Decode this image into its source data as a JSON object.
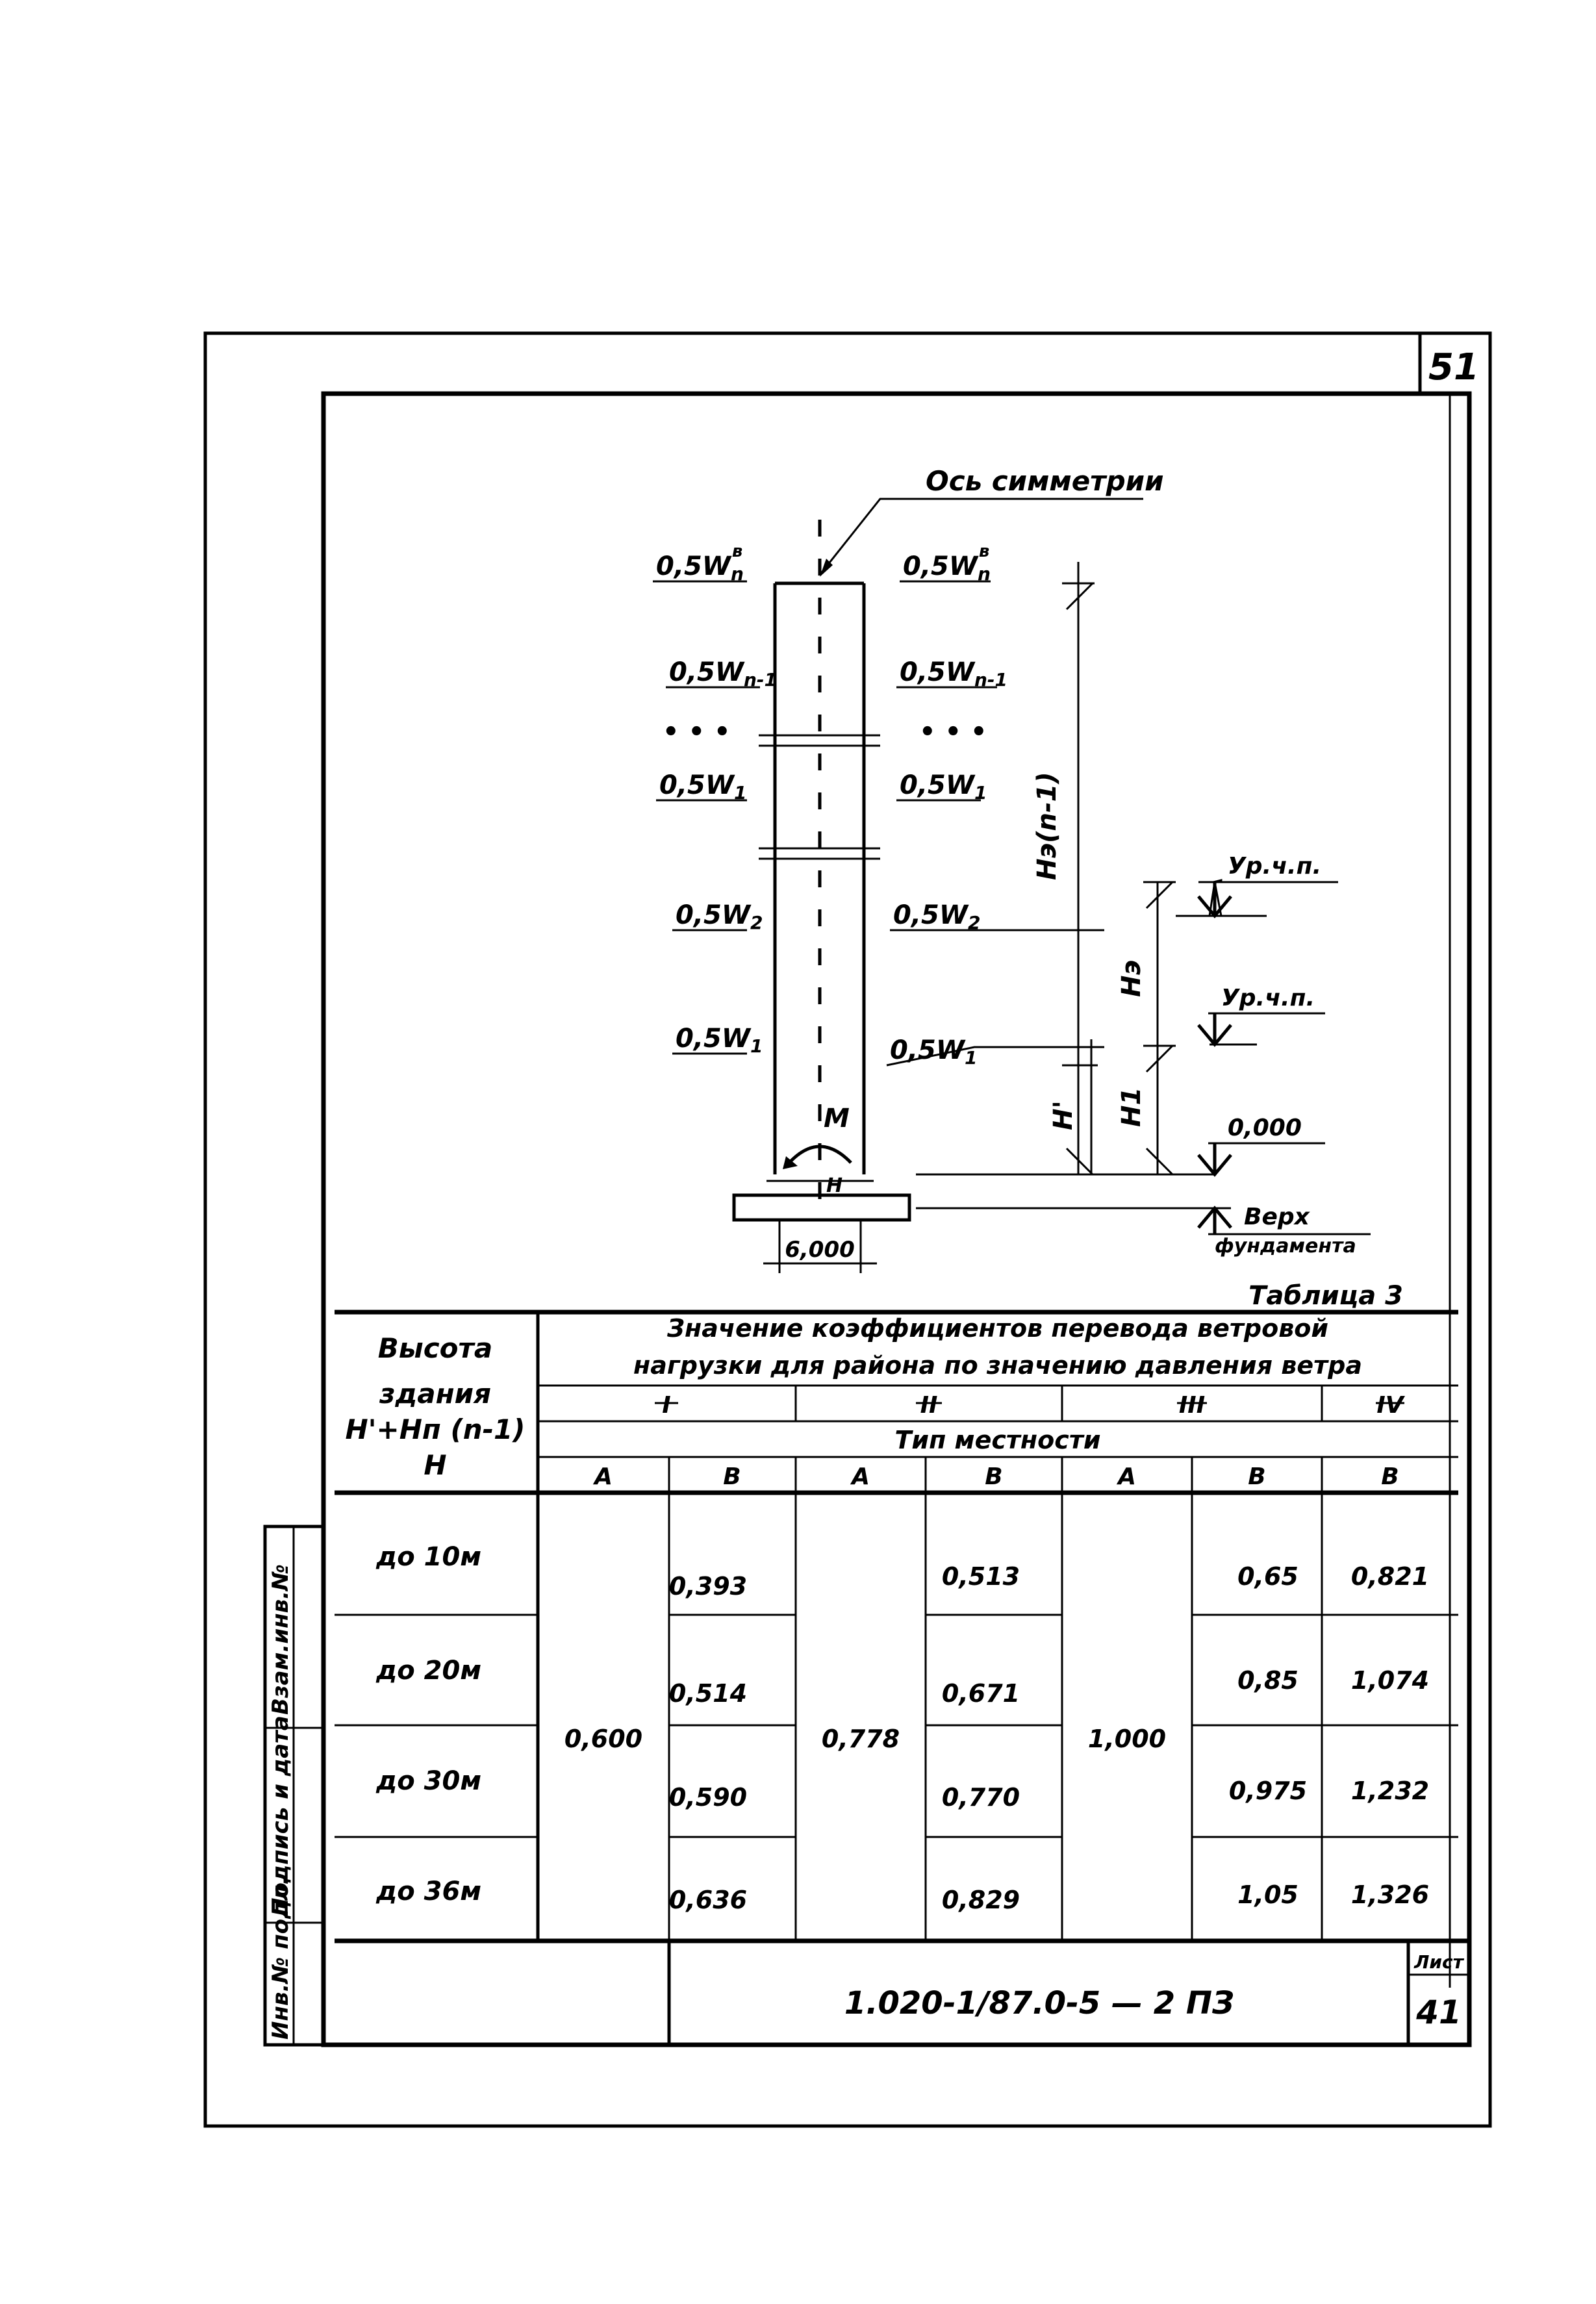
{
  "page_number": "51",
  "drawing": {
    "axis_label": "Ось симметрии",
    "left_loads": [
      "0,5W",
      "0,5W",
      "0,5W",
      "0,5W",
      "0,5W"
    ],
    "left_subs": [
      "n",
      "n-1",
      "1",
      "2",
      "1"
    ],
    "top_load_superscript": "в",
    "ellipsis": "• • •",
    "right_loads": [
      "0,5W",
      "0,5W",
      "0,5W",
      "0,5W",
      "0,5W"
    ],
    "right_subs": [
      "n",
      "n-1",
      "1",
      "2",
      "1"
    ],
    "dim_total": "Hэ(n-1)",
    "dim_floor": "Hэ",
    "dim_first": "H1",
    "dim_prime": "H'",
    "level_1": "Ур.ч.п.",
    "level_2": "Ур.ч.п.",
    "level_zero": "0,000",
    "foundation_top": "Верх",
    "foundation_top_2": "фундамента",
    "moment_label": "М",
    "base_dim": "6,000",
    "base_mark": "Н"
  },
  "table": {
    "caption": "Таблица 3",
    "row_header": [
      "Высота",
      "здания",
      "H'+Hп (n-1)",
      "Н"
    ],
    "group_title_line1": "Значение коэффициентов перевода ветровой",
    "group_title_line2": "нагрузки для района по значению давления ветра",
    "regions": [
      "I",
      "II",
      "III",
      "IV"
    ],
    "terrain_label": "Тип местности",
    "subcols": [
      "А",
      "В",
      "А",
      "В",
      "А",
      "В",
      "В"
    ],
    "rows": [
      {
        "height": "до 10м",
        "v": [
          "0,393",
          "0,513",
          "0,65",
          "0,821"
        ]
      },
      {
        "height": "до 20м",
        "v": [
          "0,514",
          "0,671",
          "0,85",
          "1,074"
        ]
      },
      {
        "height": "до 30м",
        "v": [
          "0,590",
          "0,770",
          "0,975",
          "1,232"
        ]
      },
      {
        "height": "до 36м",
        "v": [
          "0,636",
          "0,829",
          "1,05",
          "1,326"
        ]
      }
    ],
    "merged": [
      "0,600",
      "0,778",
      "1,000"
    ]
  },
  "side_stamp": [
    "Инв.№ подл.",
    "Подпись и дата",
    "Взам.инв.№"
  ],
  "title_block": {
    "code": "1.020-1/87.0-5 — 2 ПЗ",
    "sheet_label": "Лист",
    "sheet_number": "41"
  }
}
